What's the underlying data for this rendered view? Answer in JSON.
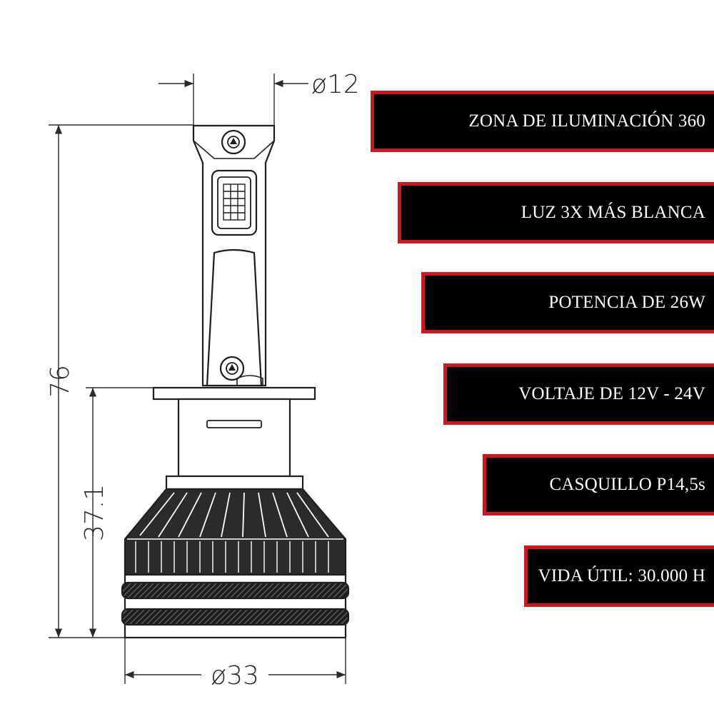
{
  "dimensions": {
    "top_diameter": "ø12",
    "bottom_diameter": "ø33",
    "total_height": "76",
    "base_height": "37.1"
  },
  "features": [
    "ZONA DE ILUMINACIÓN 360",
    "LUZ 3X MÁS BLANCA",
    "POTENCIA DE 26W",
    "VOLTAJE DE 12V - 24V",
    "CASQUILLO P14,5s",
    "VIDA ÚTIL: 30.000 H"
  ],
  "colors": {
    "banner_background": "#000000",
    "banner_border": "#c41a22",
    "banner_text": "#ffffff",
    "drawing_line": "#2a2a2a"
  }
}
